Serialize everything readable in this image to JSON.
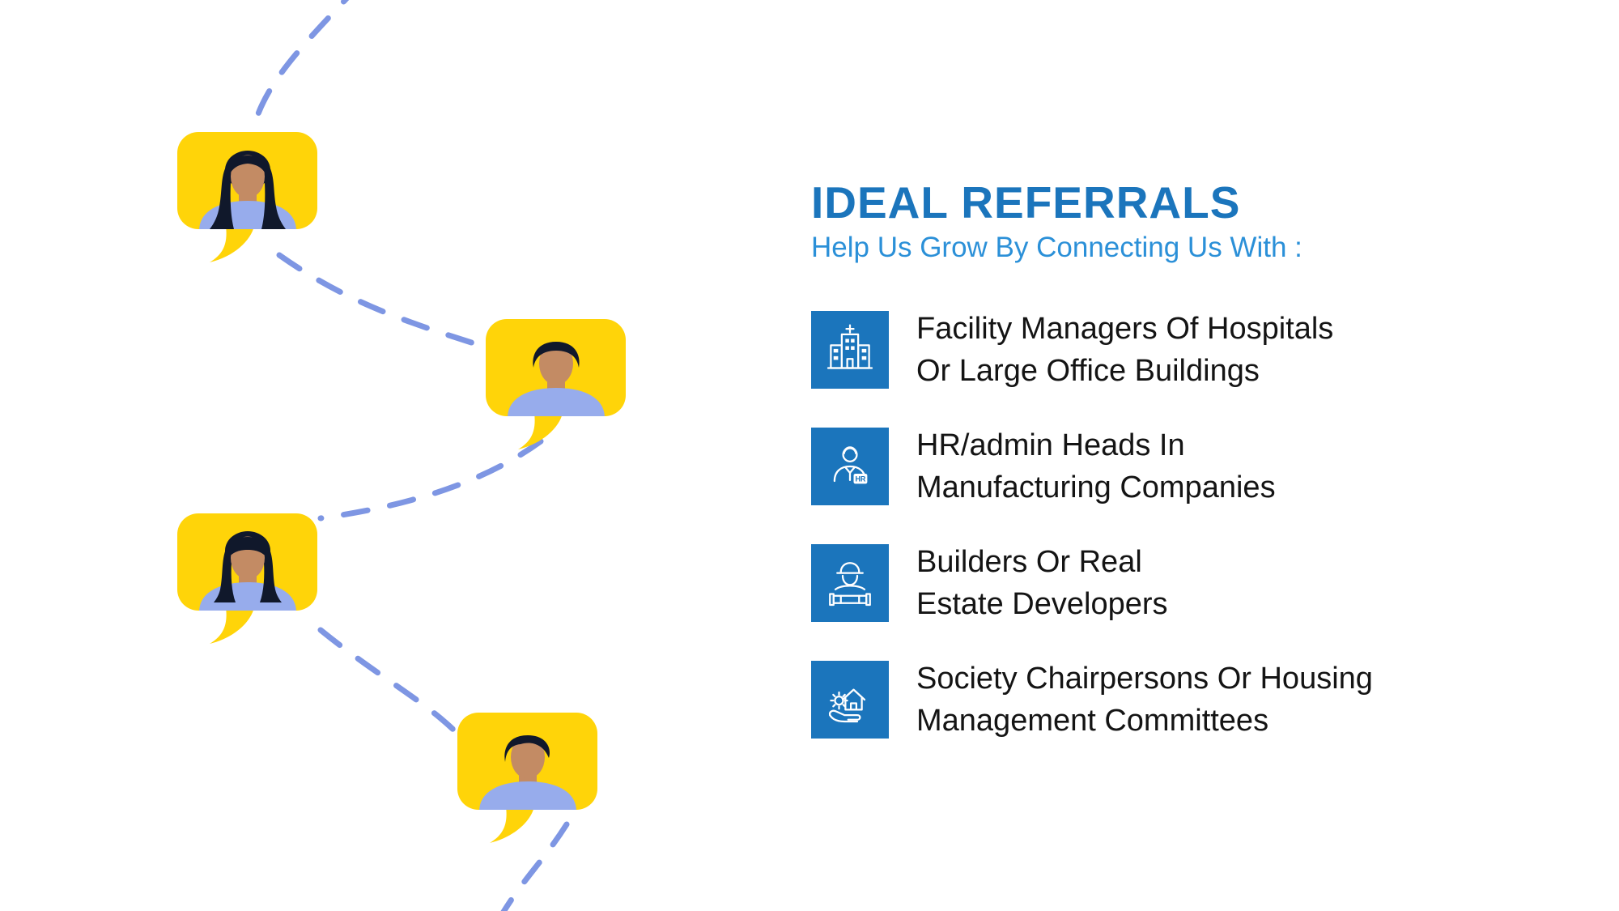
{
  "header": {
    "title": "IDEAL REFERRALS",
    "subtitle": "Help Us Grow By Connecting Us With :"
  },
  "referrals": [
    {
      "icon": "hospital-building-icon",
      "line1": "Facility Managers Of Hospitals",
      "line2": "Or Large Office Buildings"
    },
    {
      "icon": "hr-person-icon",
      "badge_label": "HR",
      "line1": "HR/admin Heads In",
      "line2": "Manufacturing Companies"
    },
    {
      "icon": "construction-builder-icon",
      "line1": "Builders Or Real",
      "line2": "Estate Developers"
    },
    {
      "icon": "housing-society-icon",
      "line1": "Society Chairpersons Or Housing",
      "line2": "Management Committees"
    }
  ],
  "decoration": {
    "avatars": [
      {
        "name": "woman-long-hair"
      },
      {
        "name": "man-short-hair"
      },
      {
        "name": "woman-bob-bangs"
      },
      {
        "name": "man-side-swept-hair"
      }
    ]
  },
  "colors": {
    "bg": "#FFFFFF",
    "accent": "#1B75BC",
    "subtitle": "#2B90D8",
    "text": "#141414",
    "bubble": "#FFD409",
    "shirt": "#97ACEC",
    "hair": "#10182B",
    "skin": "#C38B64",
    "dash": "#7E96E3"
  }
}
